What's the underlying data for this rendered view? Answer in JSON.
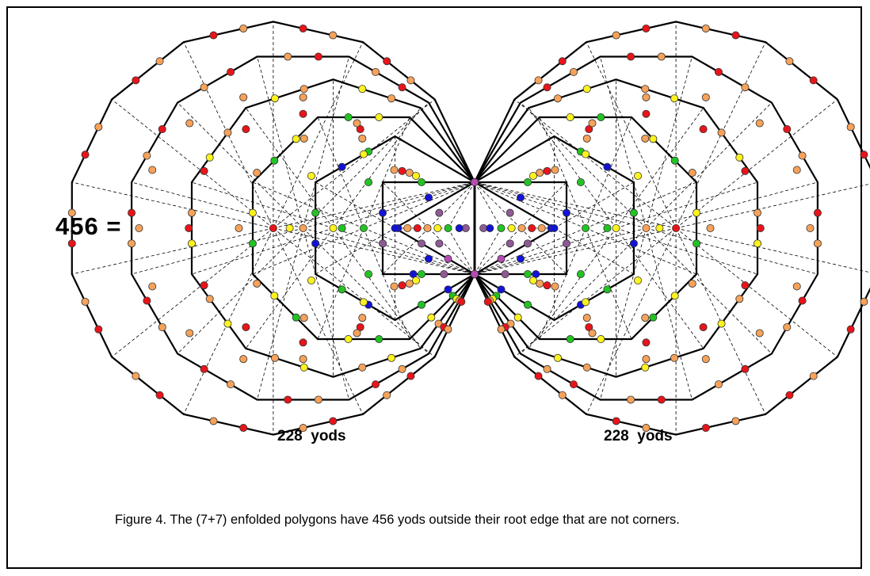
{
  "equation": "456 =",
  "left_label": "228  yods",
  "right_label": "228  yods",
  "caption": "Figure 4. The (7+7) enfolded polygons have 456 yods outside their root edge that are not corners.",
  "polygons": [
    {
      "name": "triangle",
      "sides": 3
    },
    {
      "name": "square",
      "sides": 4
    },
    {
      "name": "hexagon",
      "sides": 6
    },
    {
      "name": "octagon",
      "sides": 8
    },
    {
      "name": "decagon",
      "sides": 10
    },
    {
      "name": "dodecagon",
      "sides": 12
    },
    {
      "name": "tetradecagon",
      "sides": 14
    }
  ],
  "yod_colors": {
    "red": "#e8141a",
    "orange": "#f6a25a",
    "yellow": "#fbf21f",
    "green": "#22c322",
    "blue": "#1212d8",
    "purple": "#8e5a94",
    "magenta": "#b44bb4"
  }
}
